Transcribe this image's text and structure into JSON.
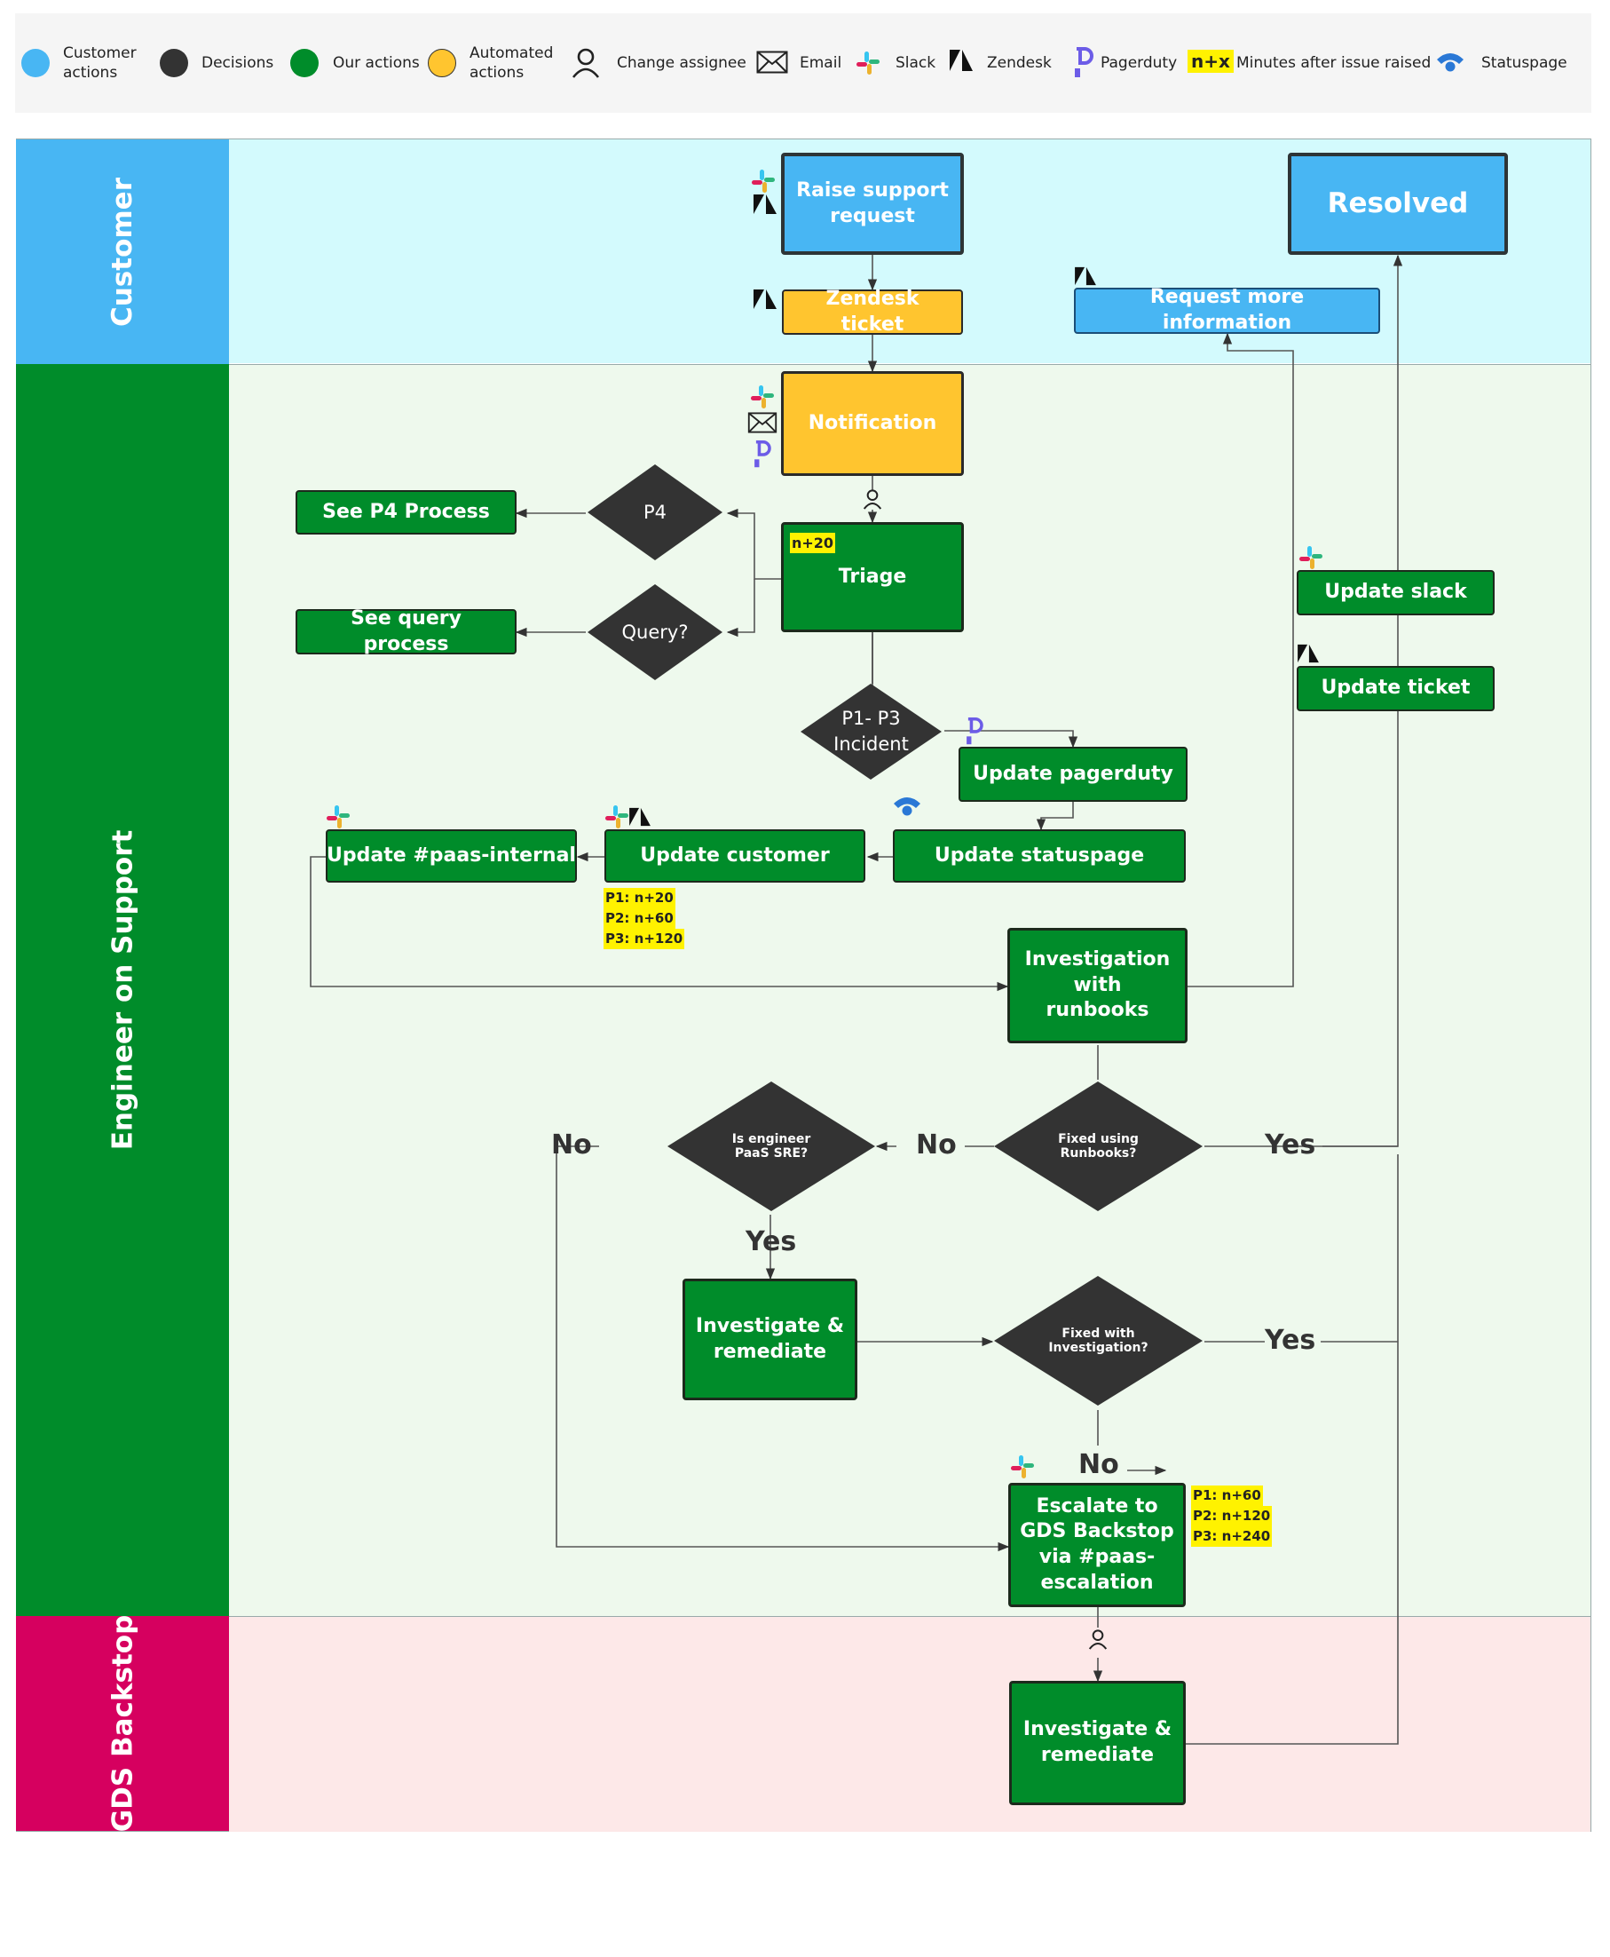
{
  "legend": {
    "customer_actions": "Customer\nactions",
    "decisions": "Decisions",
    "our_actions": "Our actions",
    "automated_actions": "Automated\nactions",
    "change_assignee": "Change assignee",
    "email": "Email",
    "slack": "Slack",
    "zendesk": "Zendesk",
    "pagerduty": "Pagerduty",
    "minutes_badge": "n+x",
    "minutes_label": "Minutes after issue raised",
    "statuspage": "Statuspage"
  },
  "colors": {
    "customer": "#48b6f3",
    "decision": "#333333",
    "ours": "#008c2a",
    "automated": "#ffc52f",
    "lane_customer": "#d3fafd",
    "lane_engineer": "#eef9ed",
    "lane_backstop": "#fde8e8",
    "title_customer": "#48b6f3",
    "title_engineer": "#008c2a",
    "title_backstop": "#d6005f"
  },
  "lanes": {
    "customer": "Customer",
    "engineer": "Engineer on Support",
    "backstop": "GDS Backstop"
  },
  "nodes": {
    "raise_request": "Raise support request",
    "resolved": "Resolved",
    "zendesk_ticket": "Zendesk ticket",
    "request_more_info": "Request more information",
    "notification": "Notification",
    "p4": "P4",
    "see_p4": "See P4 Process",
    "triage": "Triage",
    "triage_badge": "n+20",
    "query": "Query?",
    "see_query": "See query process",
    "update_slack": "Update slack",
    "update_ticket": "Update ticket",
    "incident": "P1- P3\nIncident",
    "update_pagerduty": "Update pagerduty",
    "update_statuspage": "Update statuspage",
    "update_customer": "Update customer",
    "update_internal": "Update #paas-internal",
    "investigation_runbooks": "Investigation with runbooks",
    "fixed_runbooks": "Fixed using Runbooks?",
    "is_sre": "Is engineer PaaS SRE?",
    "investigate1": "Investigate & remediate",
    "fixed_investigation": "Fixed with Investigation?",
    "escalate": "Escalate to GDS Backstop via #paas-escalation",
    "investigate2": "Investigate & remediate"
  },
  "notes": {
    "customer_p1": "P1: n+20",
    "customer_p2": "P2: n+60",
    "customer_p3": "P3: n+120",
    "escalate_p1": "P1: n+60",
    "escalate_p2": "P2: n+120",
    "escalate_p3": "P3: n+240"
  },
  "labels": {
    "no_sre": "No",
    "no_runbooks": "No",
    "yes_runbooks": "Yes",
    "yes_sre": "Yes",
    "yes_investigation": "Yes",
    "no_investigation": "No"
  }
}
